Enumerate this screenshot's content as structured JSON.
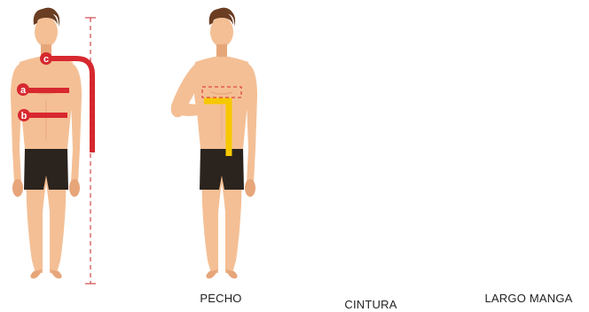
{
  "figures": [
    {
      "caption": "",
      "markers": [
        "a",
        "b",
        "c"
      ]
    },
    {
      "caption": "PECHO"
    },
    {
      "caption": "CINTURA"
    },
    {
      "caption": "LARGO MANGA"
    }
  ],
  "colors": {
    "skin": "#f4bf95",
    "skin_shade": "#e7a67a",
    "hair": "#6b3d22",
    "shorts": "#2b231d",
    "red_tape": "#d7282f",
    "yellow_tape": "#f7c800",
    "guide_dashed": "#c8242b"
  }
}
